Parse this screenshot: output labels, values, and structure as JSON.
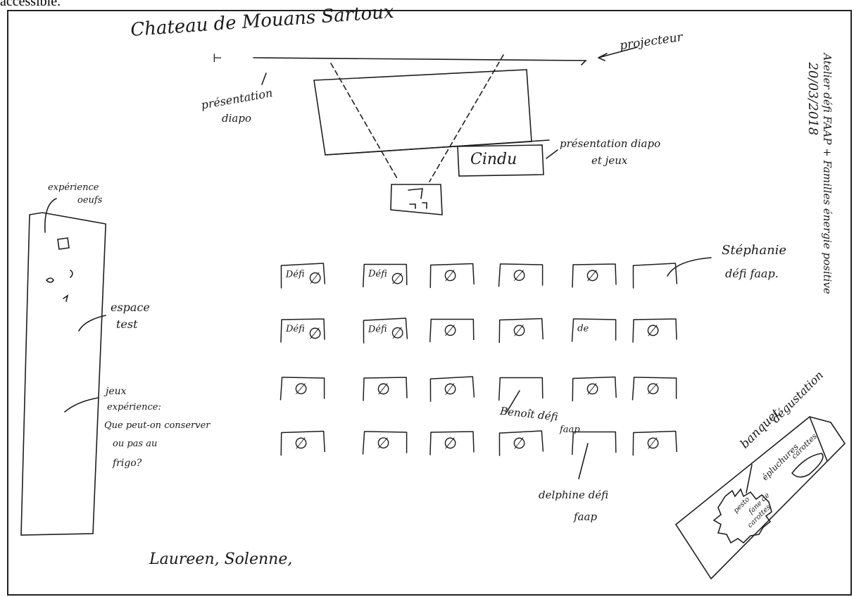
{
  "header": {
    "cut_text": "accessible."
  },
  "plan": {
    "title": "Chateau de Mouans Sartoux",
    "side_title": "Atelier défi FAAP + Familles énergie positive",
    "date": "20/03/2018",
    "projector": {
      "mark": "⊢",
      "label": "projecteur"
    },
    "screen_label": [
      "présentation",
      "diapo"
    ],
    "presenter_box": "Cindu",
    "presenter_note": [
      "présentation diapo",
      "et jeux"
    ],
    "egg_area": [
      "expérience",
      "oeufs"
    ],
    "test_area": [
      "espace",
      "test"
    ],
    "games_note": [
      "jeux",
      "expérience:",
      "Que peut-on conserver",
      "ou pas au",
      "frigo?"
    ],
    "stephanie_note": [
      "Stéphanie",
      "défi faap."
    ],
    "benoit_note": [
      "Benoît défi",
      "faap"
    ],
    "delphine_note": [
      "delphine défi",
      "faap"
    ],
    "banquet_label": [
      "banquet",
      "dégustation"
    ],
    "banquet_items": {
      "peels": "épluchures",
      "carrots": "carottes",
      "cake": [
        "pesto",
        "fane de",
        "carottes"
      ]
    },
    "names": "Laureen, Solenne,",
    "desk_symbol": "∅",
    "desk_defi_label": "Défi",
    "desk_de_label": "de"
  }
}
